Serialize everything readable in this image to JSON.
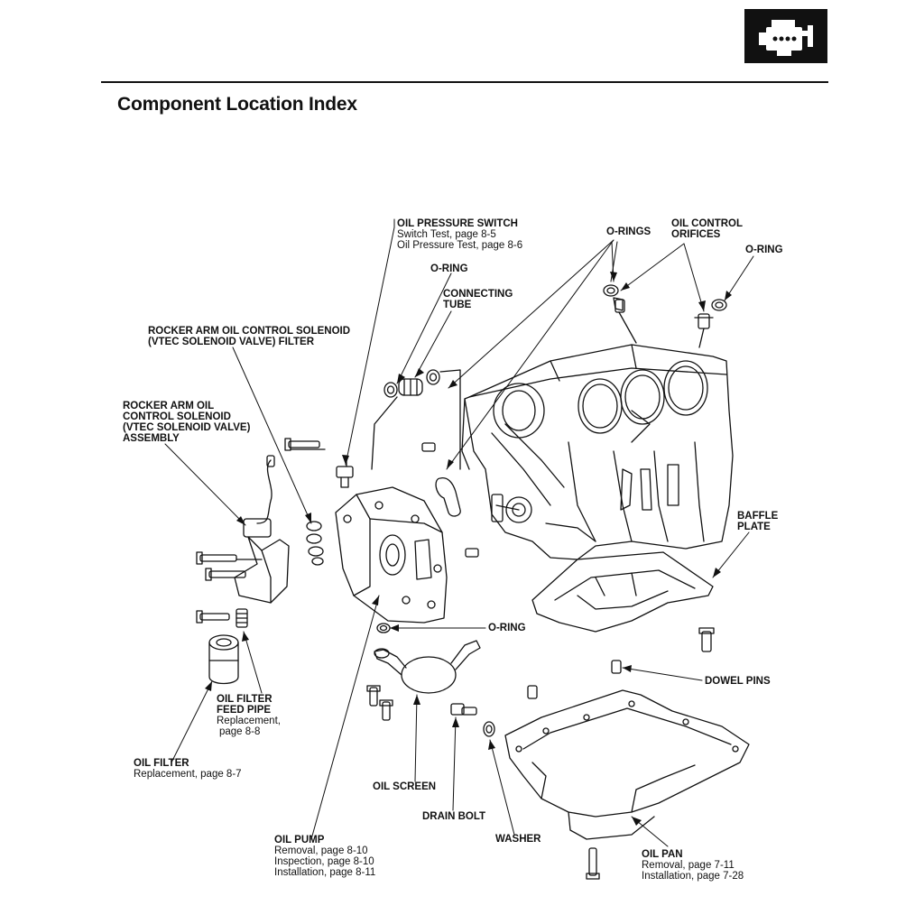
{
  "page": {
    "title": "Component Location Index",
    "section_icon": "engine-icon"
  },
  "labels": {
    "oil_pressure_switch": {
      "name": "OIL PRESSURE SWITCH",
      "lines": [
        "Switch Test, page 8-5",
        "Oil Pressure Test, page 8-6"
      ]
    },
    "o_rings_top": "O-RINGS",
    "oil_control_orifices": [
      "OIL CONTROL",
      "ORIFICES"
    ],
    "o_ring_right": "O-RING",
    "o_ring_mid": "O-RING",
    "connecting_tube": [
      "CONNECTING",
      "TUBE"
    ],
    "solenoid_filter": [
      "ROCKER ARM OIL CONTROL SOLENOID",
      "(VTEC SOLENOID VALVE) FILTER"
    ],
    "solenoid_assembly": [
      "ROCKER ARM OIL",
      "CONTROL SOLENOID",
      "(VTEC SOLENOID VALVE)",
      "ASSEMBLY"
    ],
    "baffle_plate": [
      "BAFFLE",
      "PLATE"
    ],
    "o_ring_pump": "O-RING",
    "dowel_pins": "DOWEL PINS",
    "oil_filter_feed_pipe": {
      "name": [
        "OIL FILTER",
        "FEED PIPE"
      ],
      "lines": [
        "Replacement,",
        "page 8-8"
      ]
    },
    "oil_filter": {
      "name": "OIL FILTER",
      "lines": [
        "Replacement, page 8-7"
      ]
    },
    "oil_screen": "OIL SCREEN",
    "drain_bolt": "DRAIN BOLT",
    "washer": "WASHER",
    "oil_pump": {
      "name": "OIL PUMP",
      "lines": [
        "Removal, page 8-10",
        "Inspection, page 8-10",
        "Installation, page 8-11"
      ]
    },
    "oil_pan": {
      "name": "OIL PAN",
      "lines": [
        "Removal, page 7-11",
        "Installation, page 7-28"
      ]
    }
  }
}
